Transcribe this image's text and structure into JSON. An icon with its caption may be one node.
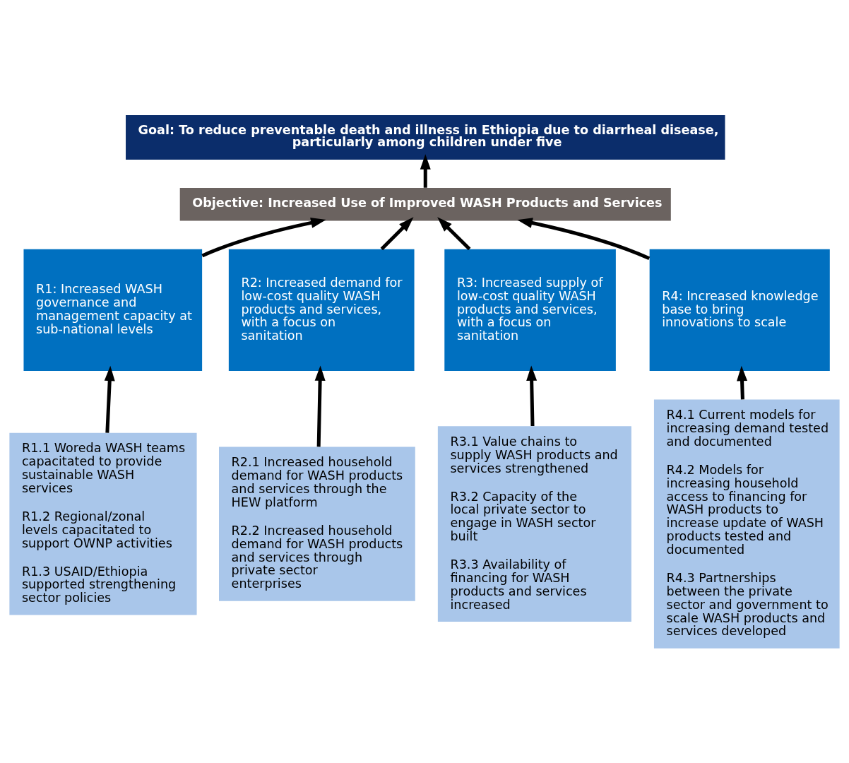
{
  "diagram": {
    "nodes": [
      {
        "text": [
          "Goal: To reduce preventable death and illness in Ethiopia due to diarrheal disease, particularly among children under five"
        ]
      },
      {
        "text": [
          "Objective: Increased Use of Improved WASH Products and Services"
        ]
      },
      {
        "text": [
          "R1: Increased WASH governance and management capacity at sub-national levels"
        ]
      },
      {
        "text": [
          "R2: Increased demand for low-cost quality WASH products and services, with a focus on sanitation"
        ]
      },
      {
        "text": [
          "R3: Increased supply of low-cost quality WASH products and services, with a focus on sanitation"
        ]
      },
      {
        "text": [
          "R4: Increased knowledge base to bring innovations to scale"
        ]
      },
      {
        "text": [
          "R1.1 Woreda WASH teams capacitated to provide sustainable WASH services",
          "R1.2 Regional/zonal levels capacitated to support OWNP activities",
          "R1.3 USAID/Ethiopia supported strengthening sector policies"
        ]
      },
      {
        "text": [
          "R2.1 Increased household demand for WASH products and services through the HEW platform",
          "R2.2 Increased household demand for WASH products and services through private sector enterprises"
        ]
      },
      {
        "text": [
          "R3.1 Value chains to supply WASH products and services strengthened",
          "R3.2 Capacity of the local private sector to engage in WASH sector built",
          "R3.3 Availability of financing for WASH products and services increased"
        ]
      },
      {
        "text": [
          "R4.1 Current models for increasing demand tested and documented",
          "R4.2 Models for increasing household access to financing for WASH products to increase update of WASH products tested and documented",
          "R4.3 Partnerships between the private sector and government to scale WASH products and services developed"
        ]
      }
    ],
    "edges": [
      {
        "from": 1,
        "to": 0,
        "arrow": "to"
      },
      {
        "from": 2,
        "to": 1,
        "arrow": "to"
      },
      {
        "from": 3,
        "to": 1,
        "arrow": "to"
      },
      {
        "from": 4,
        "to": 1,
        "arrow": "to"
      },
      {
        "from": 5,
        "to": 1,
        "arrow": "to"
      },
      {
        "from": 6,
        "to": 2,
        "arrow": "to"
      },
      {
        "from": 7,
        "to": 3,
        "arrow": "to"
      },
      {
        "from": 8,
        "to": 4,
        "arrow": "to"
      },
      {
        "from": 9,
        "to": 5,
        "arrow": "to"
      }
    ]
  }
}
